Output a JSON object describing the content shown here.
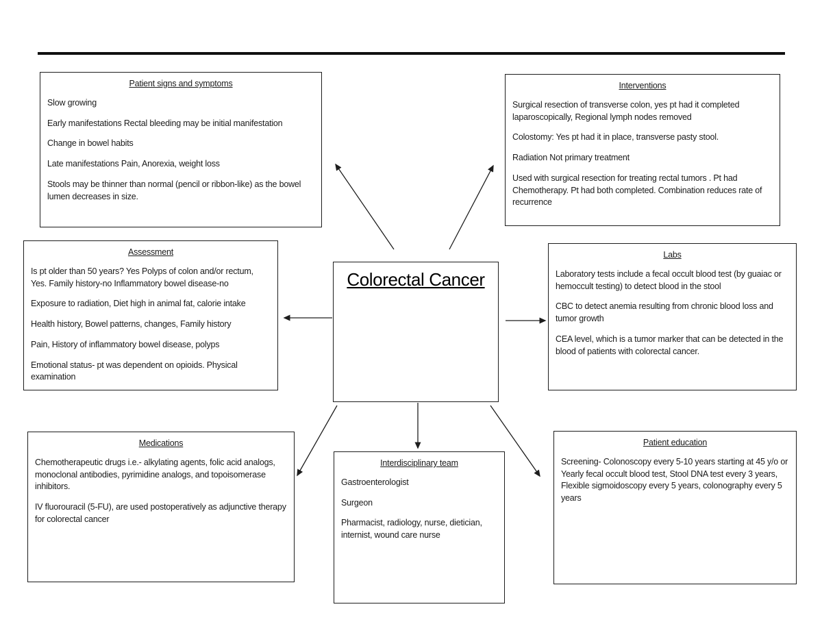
{
  "page": {
    "background_color": "#ffffff",
    "line_color": "#1a1a1a"
  },
  "center_box": {
    "title": "Colorectal Cancer"
  },
  "boxes": {
    "patient_signs": {
      "title": "Patient signs and symptoms",
      "paragraphs": [
        "Slow growing",
        "Early manifestations Rectal bleeding may be initial manifestation",
        "Change in bowel habits",
        "Late manifestations Pain, Anorexia, weight loss",
        "Stools may be thinner than normal (pencil or ribbon-like) as the bowel lumen decreases in size."
      ]
    },
    "interventions": {
      "title": "Interventions",
      "paragraphs": [
        "Surgical resection of transverse colon, yes pt had it completed laparoscopically,  Regional lymph nodes removed",
        "Colostomy: Yes pt had it in place, transverse pasty stool.",
        "Radiation Not primary treatment",
        "Used with surgical resection for treating rectal tumors . Pt had Chemotherapy. Pt had both completed. Combination reduces rate of recurrence"
      ]
    },
    "assessment": {
      "title": "Assessment",
      "paragraphs": [
        "Is pt older than 50 years? Yes Polyps of colon and/or rectum, Yes. Family history-no  Inflammatory bowel disease-no",
        "Exposure to radiation, Diet high in animal fat, calorie intake",
        "Health history, Bowel patterns, changes, Family history",
        "Pain, History of inflammatory bowel disease, polyps",
        "Emotional status- pt was dependent on opioids. Physical examination"
      ]
    },
    "labs": {
      "title": "Labs",
      "paragraphs": [
        "Laboratory tests include a fecal occult blood test (by guaiac or hemoccult testing) to detect blood in the stool",
        "CBC to detect anemia resulting from chronic blood loss and tumor growth",
        "CEA level, which is a tumor marker that can be detected in the blood of patients with colorectal cancer."
      ]
    },
    "medications": {
      "title": "Medications",
      "paragraphs": [
        "Chemotherapeutic drugs i.e.- alkylating agents, folic acid analogs, monoclonal antibodies, pyrimidine analogs, and topoisomerase inhibitors.",
        "IV fluorouracil (5-FU), are used postoperatively as adjunctive therapy for colorectal cancer"
      ]
    },
    "interdisciplinary_team": {
      "title": "Interdisciplinary team",
      "paragraphs": [
        "Gastroenterologist",
        "Surgeon",
        "Pharmacist, radiology, nurse, dietician, internist, wound care nurse"
      ]
    },
    "patient_education": {
      "title": "Patient education",
      "paragraphs": [
        "Screening- Colonoscopy every 5-10 years starting at 45 y/o or Yearly fecal occult blood test, Stool DNA test every 3 years, Flexible sigmoidoscopy every 5 years, colonography every 5 years"
      ]
    }
  }
}
